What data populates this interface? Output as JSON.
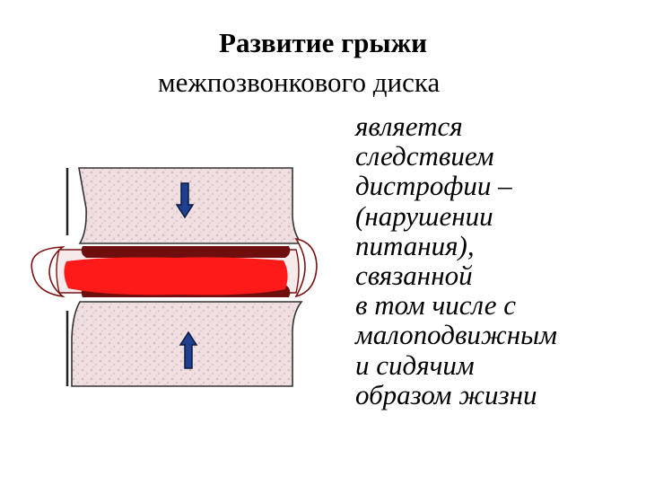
{
  "slide": {
    "title": "Развитие грыжи",
    "subtitle": "межпозвонкового диска",
    "body_lines": [
      "является",
      "следствием",
      "дистрофии –",
      "(нарушении",
      "питания),",
      "связанной",
      "в том числе с",
      "малоподвижным",
      "и сидячим",
      "образом  жизни"
    ]
  },
  "diagram": {
    "arrow_top": "down-arrow-icon",
    "arrow_bottom": "up-arrow-icon",
    "colors": {
      "vertebra_fill": "#efdfe1",
      "vertebra_dots": "#d9b9bd",
      "disc_red": "#ff1a1a",
      "outline_dark_red": "#7a1212",
      "arrow_fill": "#1f3f8f",
      "arrow_stroke": "#0c1a40"
    }
  }
}
